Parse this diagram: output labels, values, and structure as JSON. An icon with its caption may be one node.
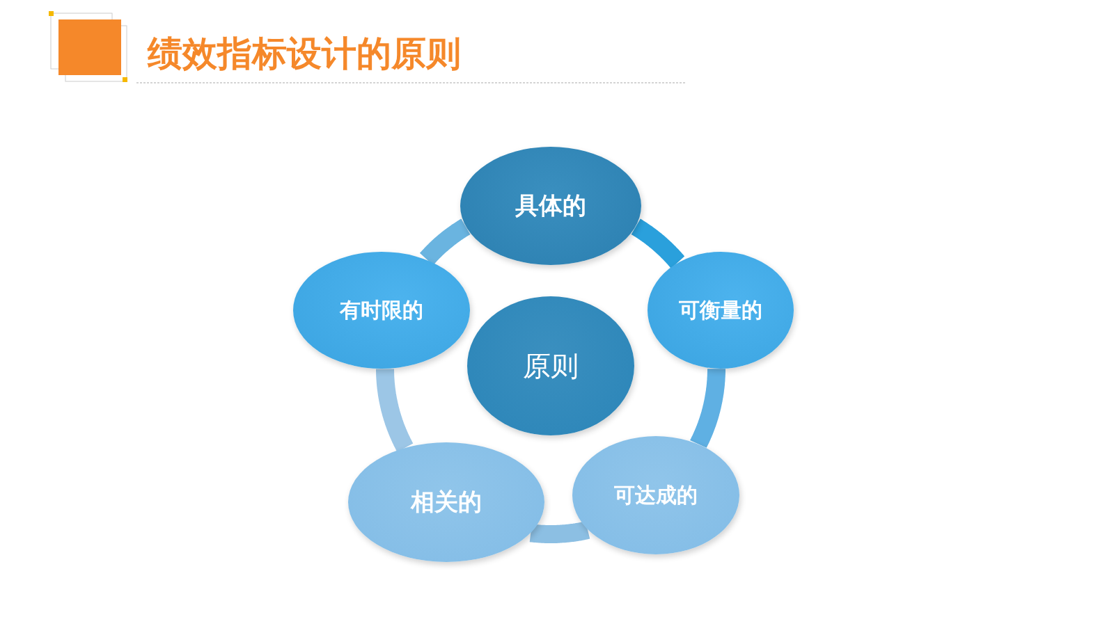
{
  "diagram": {
    "title": "绩效指标设计的原则",
    "nodes": [
      {
        "text": [
          "具体的"
        ]
      },
      {
        "text": [
          "有时限的"
        ]
      },
      {
        "text": [
          "可衡量的"
        ]
      },
      {
        "text": [
          "原则"
        ]
      },
      {
        "text": [
          "相关的"
        ]
      },
      {
        "text": [
          "可达成的"
        ]
      }
    ],
    "edges": [
      {
        "from": 1,
        "to": 0,
        "arrow": "none",
        "color": "#6ab4e0"
      },
      {
        "from": 0,
        "to": 2,
        "arrow": "none",
        "color": "#2aa0dc"
      },
      {
        "from": 2,
        "to": 5,
        "arrow": "none",
        "color": "#5fb0e3"
      },
      {
        "from": 5,
        "to": 4,
        "arrow": "none",
        "color": "#8cbfe3"
      },
      {
        "from": 4,
        "to": 1,
        "arrow": "none",
        "color": "#9cc6e6"
      }
    ]
  }
}
